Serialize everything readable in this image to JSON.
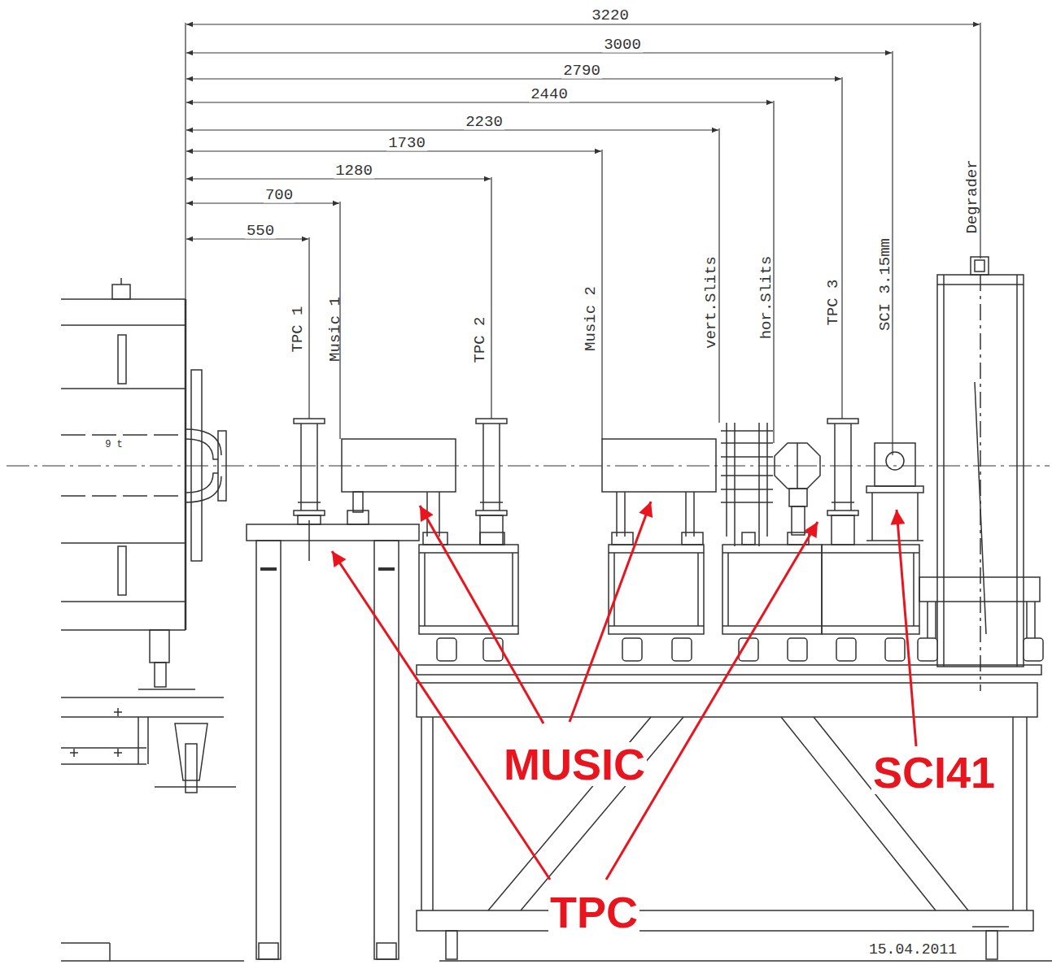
{
  "diagram": {
    "labels": [
      "3220",
      "3000",
      "2790",
      "2440",
      "2230",
      "1730",
      "1280",
      "700",
      "550",
      "TPC 1",
      "Music 1",
      "TPC 2",
      "Music 2",
      "vert.Slits",
      "hor.Slits",
      "TPC 3",
      "SCI 3.15mm",
      "Degrader",
      "9 t",
      "MUSIC",
      "TPC",
      "SCI41",
      "15.04.2011"
    ]
  }
}
